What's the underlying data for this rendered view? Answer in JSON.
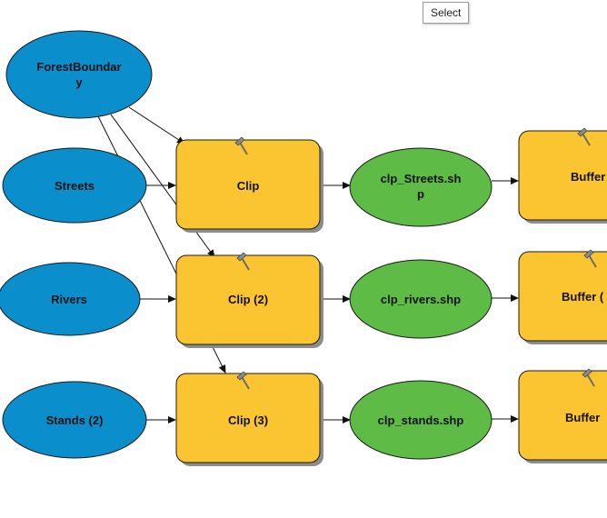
{
  "select_tooltip": "Select",
  "colors": {
    "input_fill": "#0a8fcc",
    "tool_fill": "#fbc531",
    "output_fill": "#5dbb46",
    "shadow": "#8c8c8c",
    "stroke": "#1a1a1a"
  },
  "inputs": {
    "forest_boundary": {
      "line1": "ForestBoundar",
      "line2": "y"
    },
    "streets": "Streets",
    "rivers": "Rivers",
    "stands": "Stands (2)"
  },
  "tools": {
    "clip": "Clip",
    "clip2": "Clip (2)",
    "clip3": "Clip (3)",
    "buffer1": "Buffer",
    "buffer2": "Buffer (",
    "buffer3": "Buffer",
    "tool_icon": "hammer-icon"
  },
  "outputs": {
    "clp_streets": {
      "line1": "clp_Streets.sh",
      "line2": "p"
    },
    "clp_rivers": "clp_rivers.shp",
    "clp_stands": "clp_stands.shp"
  }
}
